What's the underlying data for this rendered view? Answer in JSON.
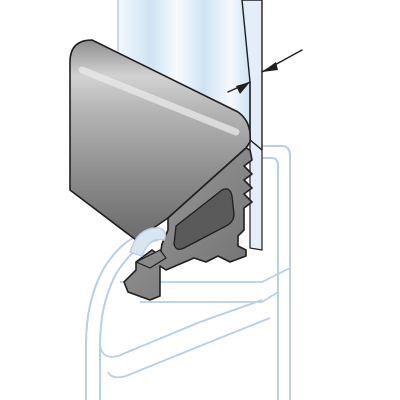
{
  "colors": {
    "background": "#ffffff",
    "outline": "#1f1f1f",
    "glass_light": "#f2f8fd",
    "glass_blue": "#cfe3f3",
    "glass_highlight": "#ffffff",
    "profile_light": "#d0d0d0",
    "profile_mid": "#9c9c9c",
    "profile_dark": "#6b6b6b",
    "profile_shadow": "#4e4e4e",
    "frame_fill": "#eef5fb",
    "frame_stroke": "#b8cfe4"
  },
  "parts": [
    "glass-pane",
    "rubber-seal-profile",
    "metal-frame-channel",
    "thickness-dimension"
  ]
}
